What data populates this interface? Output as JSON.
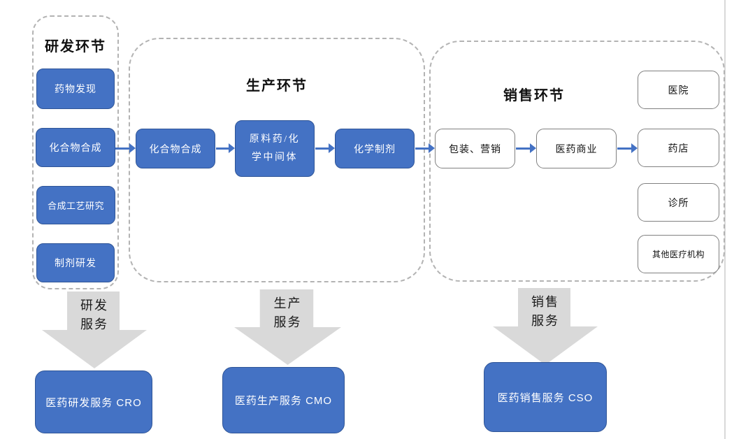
{
  "sections": {
    "rnd": {
      "title": "研发环节",
      "boxes": [
        {
          "label": "药物发现"
        },
        {
          "label": "化合物合成"
        },
        {
          "label": "合成工艺研究"
        },
        {
          "label": "制剂研发"
        }
      ]
    },
    "production": {
      "title": "生产环节",
      "boxes": [
        {
          "label": "化合物合成"
        },
        {
          "label": "原料药/化",
          "label2": "学中间体"
        },
        {
          "label": "化学制剂"
        }
      ]
    },
    "sales": {
      "title": "销售环节",
      "flow_boxes": [
        {
          "label": "包装、营销"
        },
        {
          "label": "医药商业"
        }
      ],
      "channels": [
        {
          "label": "医院"
        },
        {
          "label": "药店"
        },
        {
          "label": "诊所"
        },
        {
          "label": "其他医疗机构"
        }
      ]
    }
  },
  "service_arrows": [
    {
      "line1": "研发",
      "line2": "服务"
    },
    {
      "line1": "生产",
      "line2": "服务"
    },
    {
      "line1": "销售",
      "line2": "服务"
    }
  ],
  "service_companies": [
    {
      "label": "医药研发服务 CRO"
    },
    {
      "label": "医药生产服务 CMO"
    },
    {
      "label": "医药销售服务 CSO"
    }
  ],
  "colors": {
    "primary_blue": "#4472C4",
    "blue_border": "#2F5597",
    "flow_arrow_blue": "#4472C4",
    "service_arrow_gray": "#D9D9D9",
    "dashed_border_gray": "#B3B3B3",
    "white_box_border": "#808080"
  }
}
